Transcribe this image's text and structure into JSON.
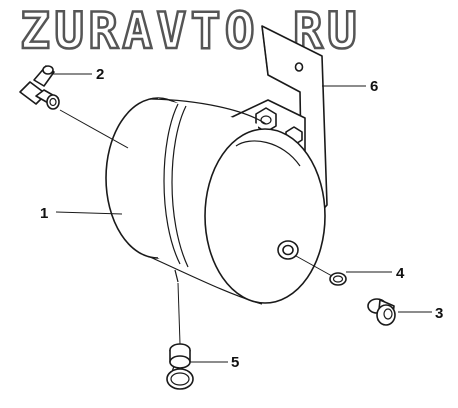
{
  "watermark": "ZURAVTO.RU",
  "callouts": [
    {
      "id": "1",
      "label": "1"
    },
    {
      "id": "2",
      "label": "2"
    },
    {
      "id": "3",
      "label": "3"
    },
    {
      "id": "4",
      "label": "4"
    },
    {
      "id": "5",
      "label": "5"
    },
    {
      "id": "6",
      "label": "6"
    }
  ]
}
